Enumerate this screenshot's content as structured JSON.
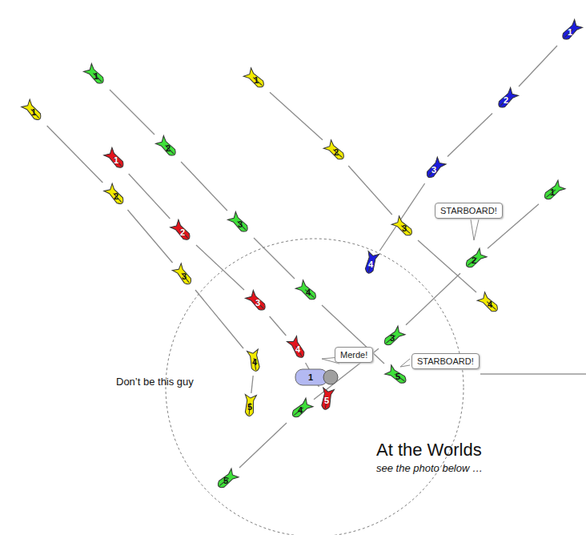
{
  "diagram": {
    "nodes": [
      {
        "text": [
          "STARBOARD!"
        ]
      },
      {
        "text": [
          "Merde!"
        ]
      },
      {
        "text": [
          "STARBOARD!"
        ]
      },
      {
        "text": [
          "1"
        ]
      },
      {
        "text": [
          "1"
        ]
      },
      {
        "text": [
          "2"
        ]
      },
      {
        "text": [
          "3"
        ]
      },
      {
        "text": [
          "4"
        ]
      },
      {
        "text": [
          "5"
        ]
      },
      {
        "text": [
          "1"
        ]
      },
      {
        "text": [
          "2"
        ]
      },
      {
        "text": [
          "3"
        ]
      },
      {
        "text": [
          "4"
        ]
      },
      {
        "text": [
          "5"
        ]
      },
      {
        "text": [
          "1"
        ]
      },
      {
        "text": [
          "2"
        ]
      },
      {
        "text": [
          "3"
        ]
      },
      {
        "text": [
          "4"
        ]
      },
      {
        "text": [
          "5"
        ]
      },
      {
        "text": [
          "1"
        ]
      },
      {
        "text": [
          "2"
        ]
      },
      {
        "text": [
          "3"
        ]
      },
      {
        "text": [
          "4"
        ]
      },
      {
        "text": [
          "1"
        ]
      },
      {
        "text": [
          "2"
        ]
      },
      {
        "text": [
          "3"
        ]
      },
      {
        "text": [
          "4"
        ]
      },
      {
        "text": [
          "1"
        ]
      },
      {
        "text": [
          "2"
        ]
      },
      {
        "text": [
          "3"
        ]
      },
      {
        "text": [
          "4"
        ]
      },
      {
        "text": [
          "5"
        ]
      }
    ],
    "edges": [
      {
        "from": 4,
        "to": 5,
        "arrow": "none"
      },
      {
        "from": 5,
        "to": 6,
        "arrow": "none"
      },
      {
        "from": 6,
        "to": 7,
        "arrow": "none"
      },
      {
        "from": 7,
        "to": 8,
        "arrow": "none"
      },
      {
        "from": 9,
        "to": 10,
        "arrow": "none"
      },
      {
        "from": 10,
        "to": 11,
        "arrow": "none"
      },
      {
        "from": 11,
        "to": 12,
        "arrow": "none"
      },
      {
        "from": 12,
        "to": 13,
        "arrow": "none"
      },
      {
        "from": 14,
        "to": 15,
        "arrow": "none"
      },
      {
        "from": 15,
        "to": 16,
        "arrow": "none"
      },
      {
        "from": 16,
        "to": 17,
        "arrow": "none"
      },
      {
        "from": 17,
        "to": 18,
        "arrow": "none"
      },
      {
        "from": 19,
        "to": 20,
        "arrow": "none"
      },
      {
        "from": 20,
        "to": 21,
        "arrow": "none"
      },
      {
        "from": 21,
        "to": 22,
        "arrow": "none"
      },
      {
        "from": 23,
        "to": 24,
        "arrow": "none"
      },
      {
        "from": 24,
        "to": 25,
        "arrow": "none"
      },
      {
        "from": 25,
        "to": 26,
        "arrow": "none"
      },
      {
        "from": 27,
        "to": 28,
        "arrow": "none"
      },
      {
        "from": 28,
        "to": 29,
        "arrow": "none"
      },
      {
        "from": 29,
        "to": 30,
        "arrow": "none"
      },
      {
        "from": 30,
        "to": 31,
        "arrow": "none"
      }
    ],
    "labels": [
      "Don’t be this guy",
      "At the Worlds",
      "see the photo below …"
    ]
  }
}
